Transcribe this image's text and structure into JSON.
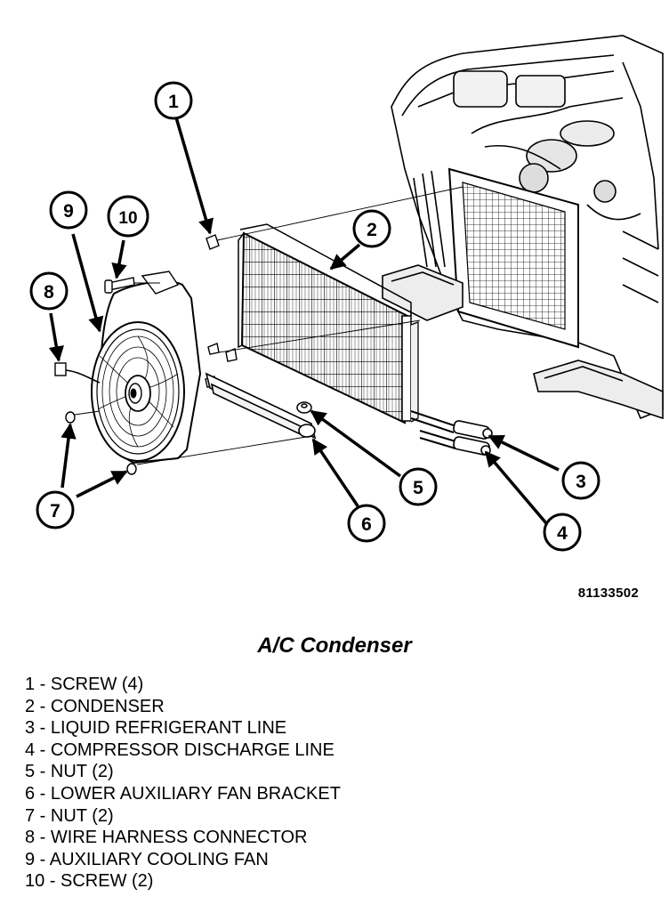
{
  "figure": {
    "id": "81133502",
    "caption": "A/C Condenser"
  },
  "callouts": [
    "1",
    "2",
    "3",
    "4",
    "5",
    "6",
    "7",
    "8",
    "9",
    "10"
  ],
  "legend": [
    "1 - SCREW (4)",
    "2 - CONDENSER",
    "3 - LIQUID REFRIGERANT LINE",
    "4 - COMPRESSOR DISCHARGE LINE",
    "5 - NUT (2)",
    "6 - LOWER AUXILIARY FAN BRACKET",
    "7 - NUT (2)",
    "8 - WIRE HARNESS CONNECTOR",
    "9 - AUXILIARY COOLING FAN",
    "10 - SCREW (2)"
  ]
}
